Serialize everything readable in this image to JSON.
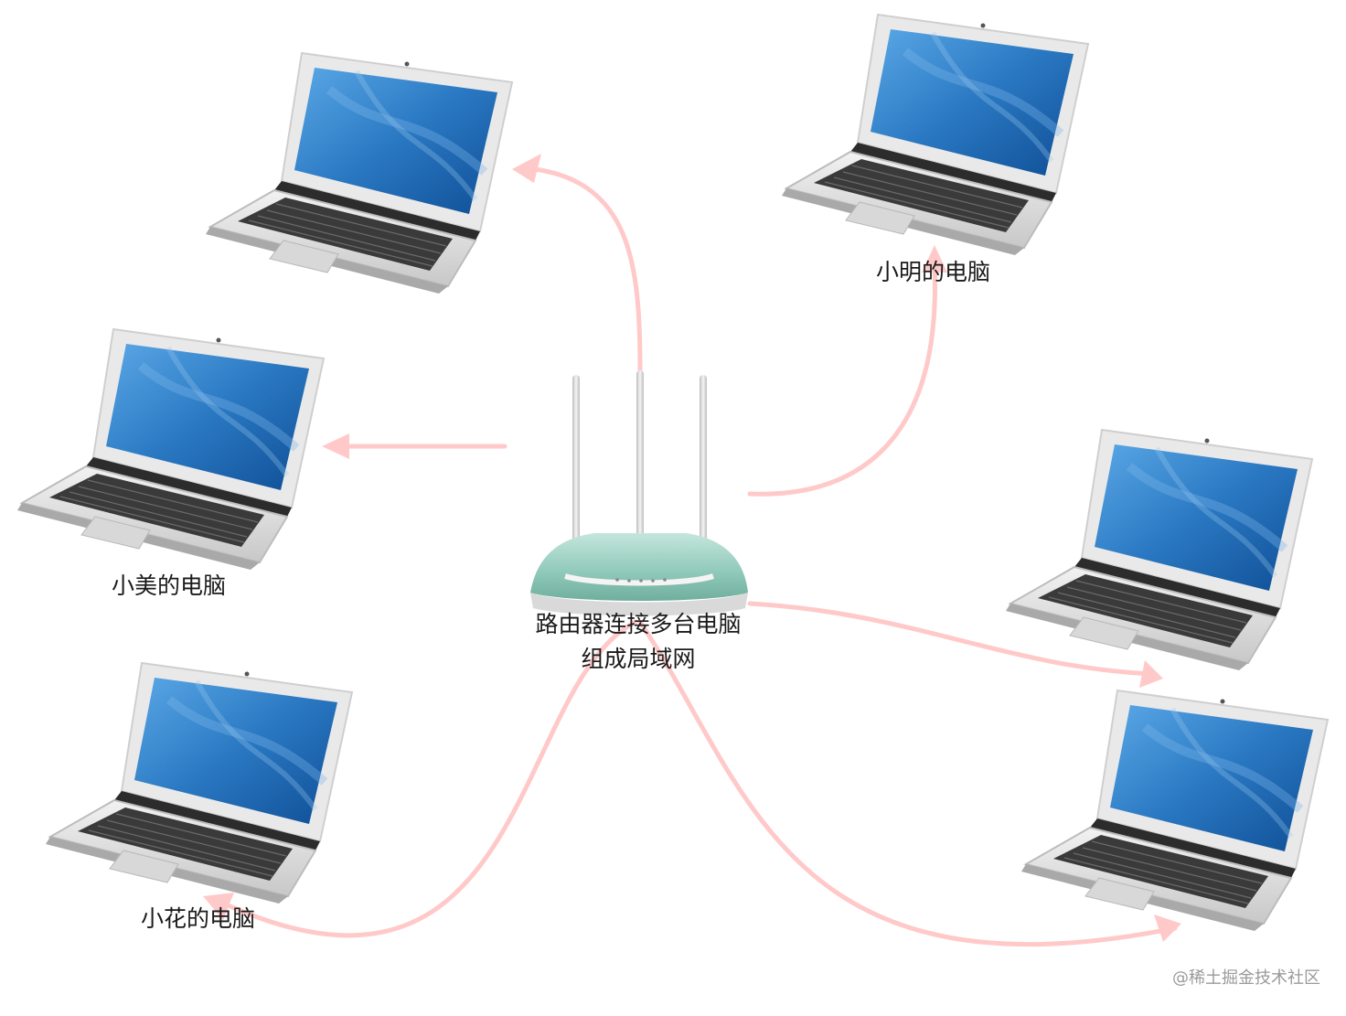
{
  "router": {
    "label_line1": "路由器连接多台电脑",
    "label_line2": "组成局域网"
  },
  "computers": [
    {
      "id": "top-left",
      "label": ""
    },
    {
      "id": "xiaoming",
      "label": "小明的电脑"
    },
    {
      "id": "xiaomei",
      "label": "小美的电脑"
    },
    {
      "id": "right-middle",
      "label": ""
    },
    {
      "id": "xiaohua",
      "label": "小花的电脑"
    },
    {
      "id": "bottom-right",
      "label": ""
    }
  ],
  "colors": {
    "arrow": "#ffc9c9",
    "screen": "#1f6fb5",
    "router_body": "#9fd0c2"
  },
  "icons": [
    "laptop-icon",
    "router-icon",
    "arrow-icon"
  ],
  "watermark": "@稀土掘金技术社区"
}
